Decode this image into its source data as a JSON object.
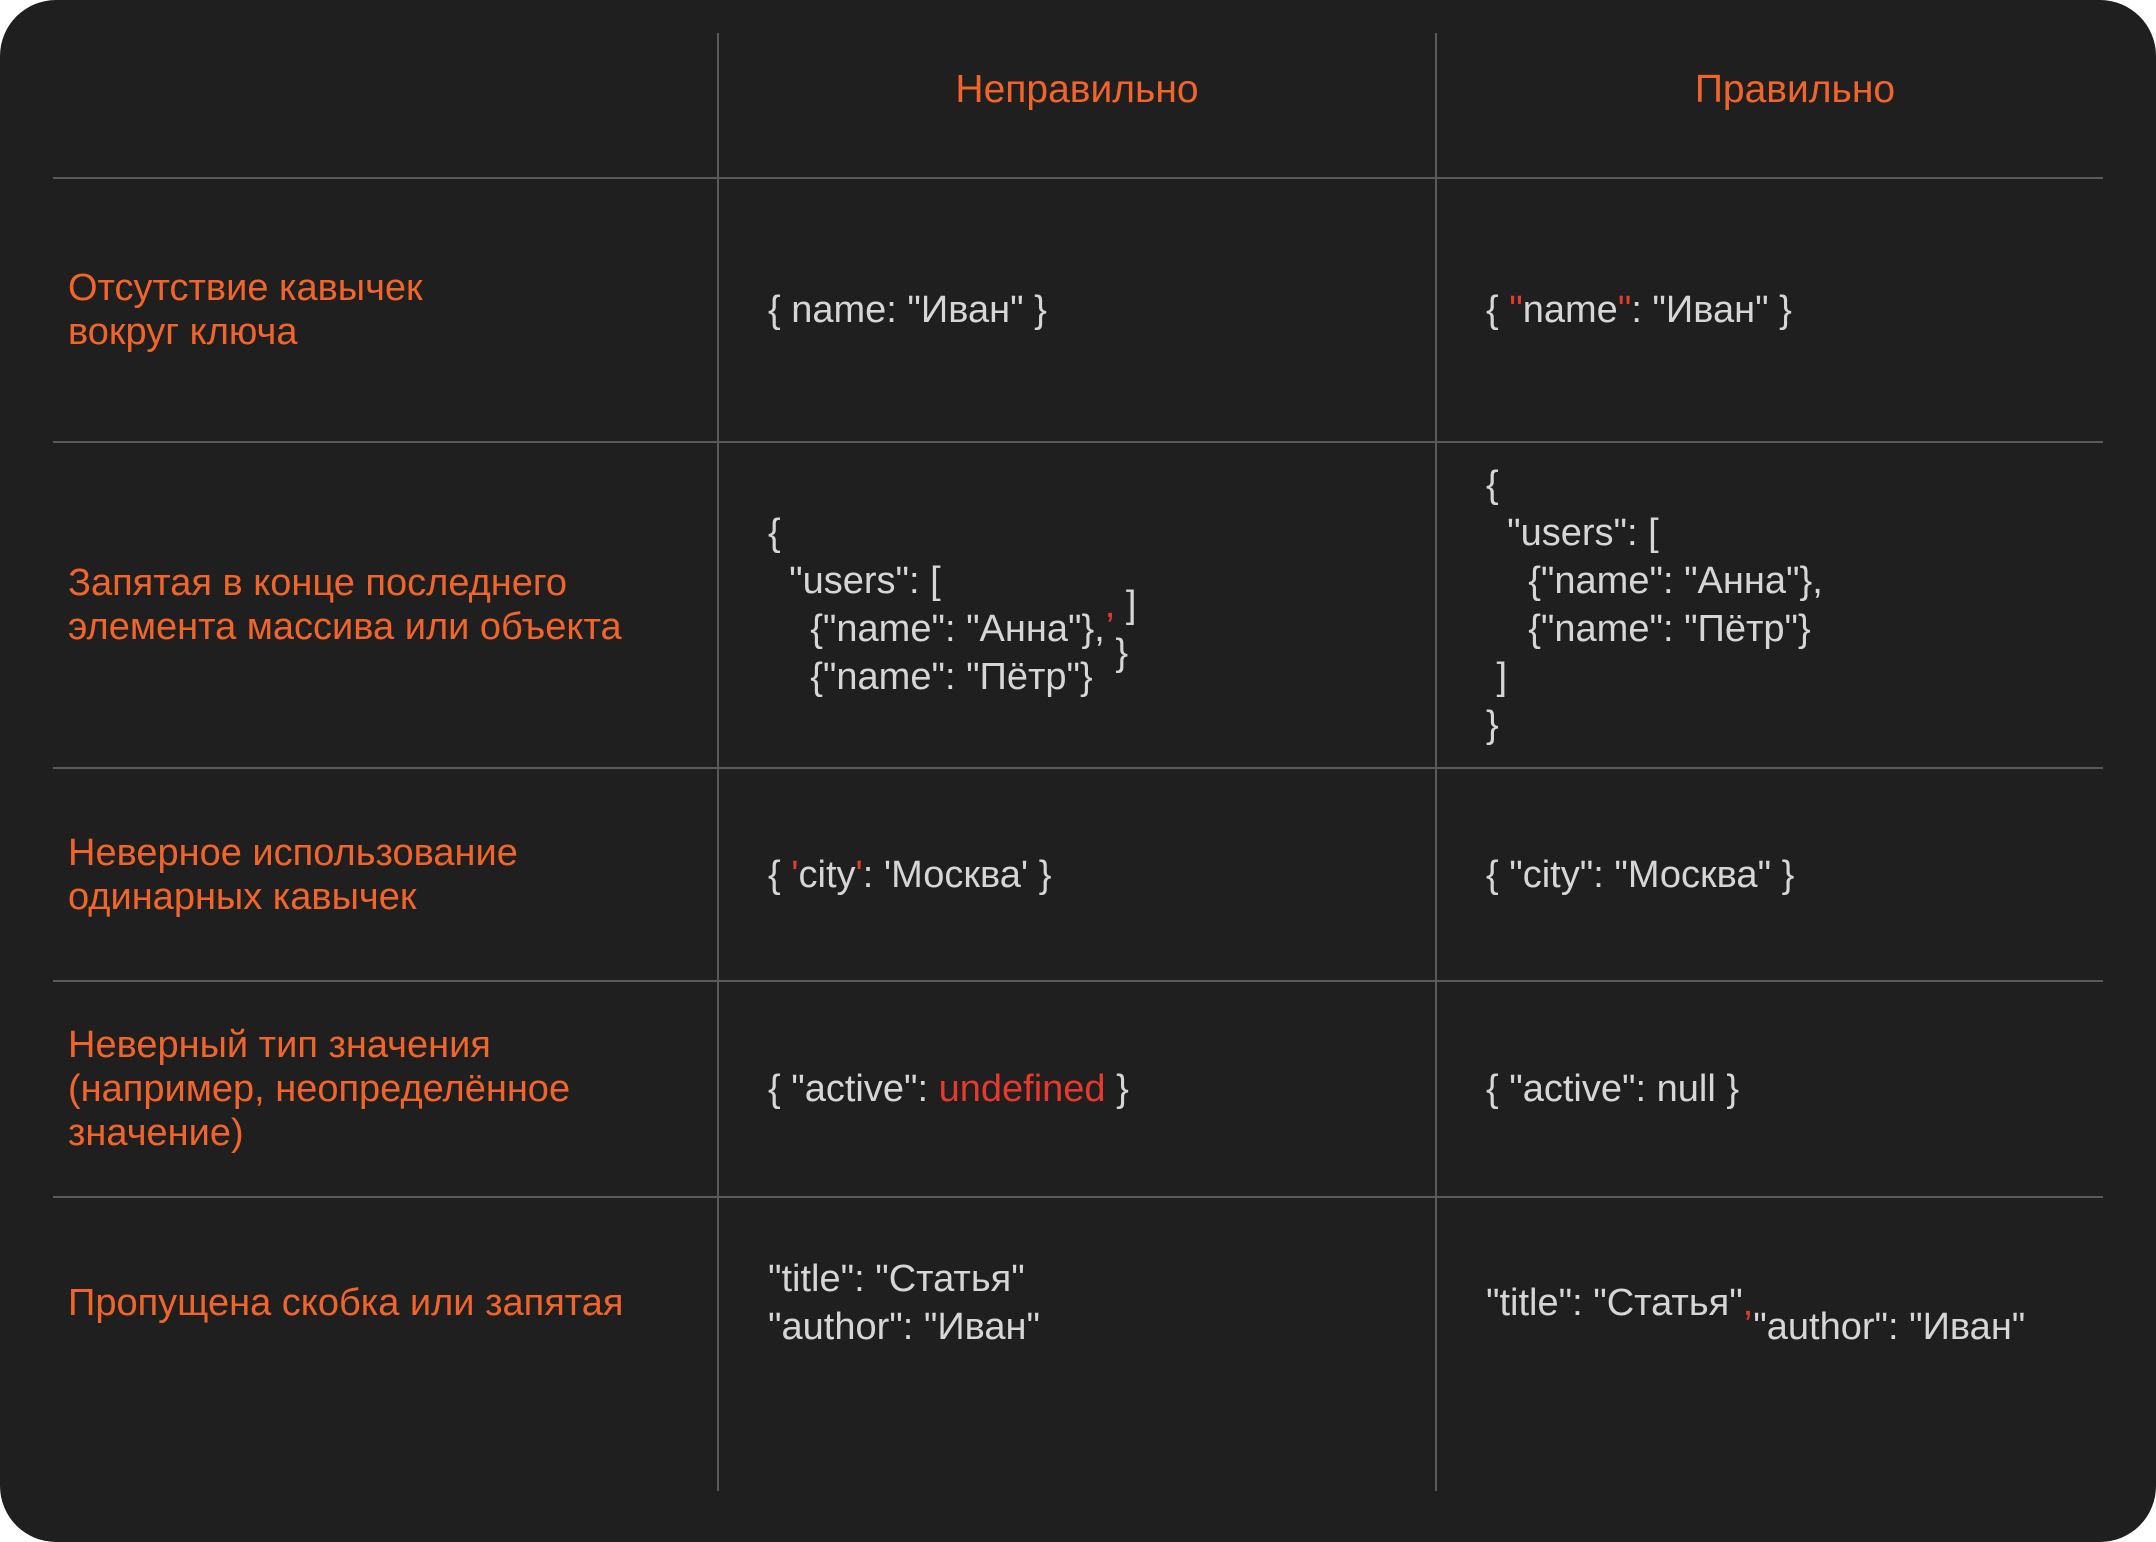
{
  "colors": {
    "background": "#1f1f1f",
    "accent_orange": "#f2652a",
    "error_red": "#e8392e",
    "code_text": "#d6d6d6",
    "grid_line": "#5a5a5a"
  },
  "header": {
    "wrong": "Неправильно",
    "right": "Правильно"
  },
  "rows": [
    {
      "label": "Отсутствие кавычек\nвокруг ключа",
      "wrong": {
        "t1": "{ name: \"Иван\" }"
      },
      "right": {
        "t1": "{ ",
        "h1": "\"",
        "t2": "name",
        "h2": "\"",
        "t3": ": \"Иван\" }"
      }
    },
    {
      "label": "Запятая в конце последнего\nэлемента массива или объекта",
      "wrong": {
        "t1": "{\n  \"users\": [\n    {\"name\": \"Анна\"},\n    {\"name\": \"Пётр\"}",
        "h1": ",",
        "t2": "\n ]\n}"
      },
      "right": {
        "t1": "{\n  \"users\": [\n    {\"name\": \"Анна\"},\n    {\"name\": \"Пётр\"}\n ]\n}"
      }
    },
    {
      "label": "Неверное использование\nодинарных кавычек",
      "wrong": {
        "t1": "{ ",
        "h1": "'",
        "t2": "city",
        "h2": "'",
        "t3": ": 'Москва' }"
      },
      "right": {
        "t1": "{ \"city\": \"Москва\" }"
      }
    },
    {
      "label": "Неверный тип значения\n(например, неопределённое\nзначение)",
      "wrong": {
        "t1": "{ \"active\": ",
        "h1": "undefined",
        "t2": " }"
      },
      "right": {
        "t1": "{ \"active\": null }"
      }
    },
    {
      "label": "Пропущена скобка или запятая",
      "wrong": {
        "t1": "\"title\": \"Статья\"\n\"author\": \"Иван\""
      },
      "right": {
        "t1": "\"title\": \"Статья\"",
        "h1": ",",
        "t2": "\n\"author\": \"Иван\""
      }
    }
  ]
}
